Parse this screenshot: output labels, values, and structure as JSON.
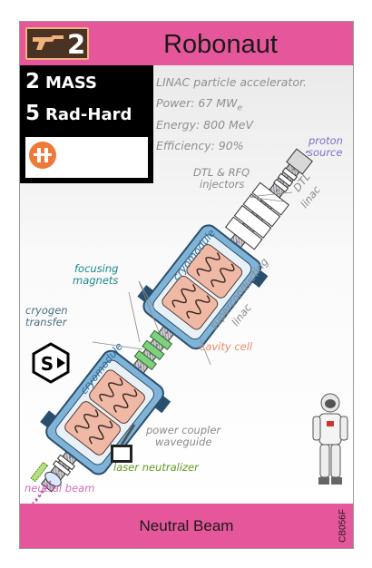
{
  "card": {
    "title": "Robonaut",
    "thrust": "2",
    "mass_value": "2",
    "mass_label": "MASS",
    "radhard_value": "5",
    "radhard_label": "Rad-Hard",
    "type_letter": "S",
    "footer": "Neutral Beam",
    "code": "CB056F",
    "colors": {
      "band": "#e5579a",
      "stats_bg": "#000000",
      "thrust_bg": "#4a3322",
      "thrust_border": "#f2b27d",
      "spectral": "#ee7a3a"
    }
  },
  "description": {
    "line1": "LINAC particle accelerator.",
    "line2_prefix": "Power: 67 MW",
    "line2_sub": "e",
    "line3": "Energy: 800 MeV",
    "line4": "Efficiency: 90%"
  },
  "labels": {
    "proton_source_1": "proton",
    "proton_source_2": "source",
    "dtl_rfq_1": "DTL & RFQ",
    "dtl_rfq_2": "injectors",
    "dtl_linac_1": "DTL",
    "dtl_linac_2": "linac",
    "cryomodule_upper": "cryomodule",
    "cryomodule_lower": "cryomodule",
    "focusing_1": "focusing",
    "focusing_2": "magnets",
    "cryogen_1": "cryogen",
    "cryogen_2": "transfer",
    "superconducting_1": "superconducting",
    "superconducting_2": "linac",
    "cavity_cell": "cavity cell",
    "power_coupler_1": "power coupler",
    "power_coupler_2": "waveguide",
    "laser_neutralizer": "laser neutralizer",
    "neutral_beam": "neutral beam"
  },
  "icons": {
    "thrust": "raygun-icon",
    "spectral": "spectral-type-icon",
    "type": "s-type-badge-icon",
    "figure": "astronaut-icon"
  }
}
